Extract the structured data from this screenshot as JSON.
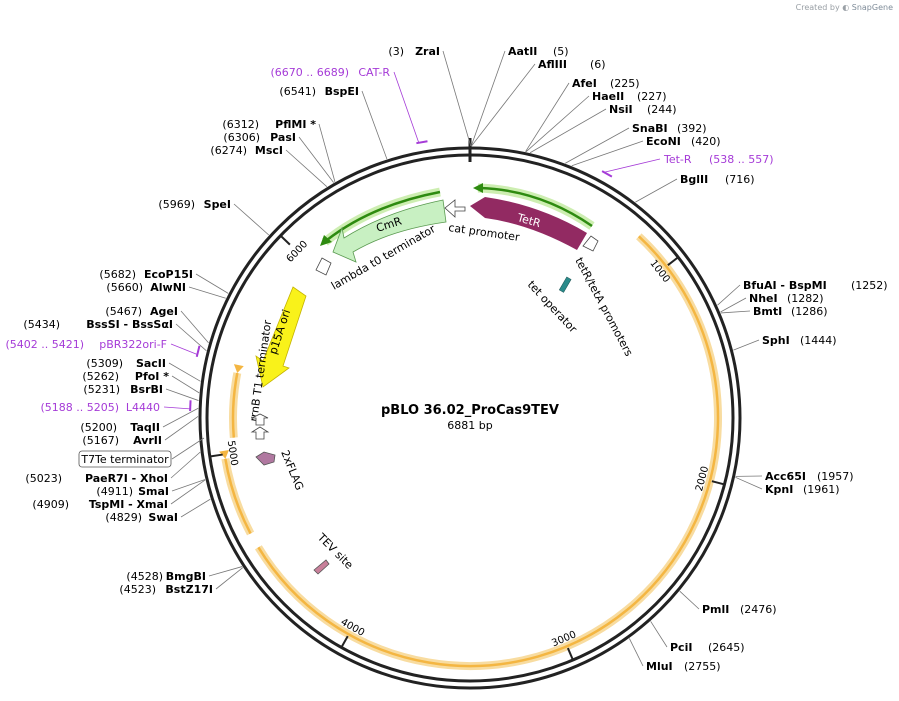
{
  "credit": {
    "prefix": "Created by",
    "brand": "SnapGene"
  },
  "plasmid": {
    "name": "pBLO 36.02_ProCas9TEV",
    "length_label": "6881 bp",
    "length": 6881
  },
  "ticks": [
    "1000",
    "2000",
    "3000",
    "4000",
    "5000",
    "6000"
  ],
  "sites": [
    {
      "pos": "(3)",
      "name": "ZraI",
      "bp": 3
    },
    {
      "pos": "(5)",
      "name": "AatII",
      "bp": 5
    },
    {
      "pos": "(6)",
      "name": "AflIII",
      "bp": 6
    },
    {
      "pos": "(225)",
      "name": "AfeI",
      "bp": 225
    },
    {
      "pos": "(227)",
      "name": "HaeII",
      "bp": 227
    },
    {
      "pos": "(244)",
      "name": "NsiI",
      "bp": 244
    },
    {
      "pos": "(392)",
      "name": "SnaBI",
      "bp": 392
    },
    {
      "pos": "(420)",
      "name": "EcoNI",
      "bp": 420
    },
    {
      "pos": "(716)",
      "name": "BglII",
      "bp": 716
    },
    {
      "pos": "(1252)",
      "name": "BfuAI  - BspMI",
      "bp": 1252
    },
    {
      "pos": "(1282)",
      "name": "NheI",
      "bp": 1282
    },
    {
      "pos": "(1286)",
      "name": "BmtI",
      "bp": 1286
    },
    {
      "pos": "(1444)",
      "name": "SphI",
      "bp": 1444
    },
    {
      "pos": "(1957)",
      "name": "Acc65I",
      "bp": 1957
    },
    {
      "pos": "(1961)",
      "name": "KpnI",
      "bp": 1961
    },
    {
      "pos": "(2476)",
      "name": "PmlI",
      "bp": 2476
    },
    {
      "pos": "(2645)",
      "name": "PciI",
      "bp": 2645
    },
    {
      "pos": "(2755)",
      "name": "MluI",
      "bp": 2755
    },
    {
      "pos": "(4523)",
      "name": "BstZ17I",
      "bp": 4523
    },
    {
      "pos": "(4528)",
      "name": "BmgBI",
      "bp": 4528
    },
    {
      "pos": "(4829)",
      "name": "SwaI",
      "bp": 4829
    },
    {
      "pos": "(4909)",
      "name": "TspMI  - XmaI",
      "bp": 4909
    },
    {
      "pos": "(4911)",
      "name": "SmaI",
      "bp": 4911
    },
    {
      "pos": "(5023)",
      "name": "PaeR7I  - XhoI",
      "bp": 5023
    },
    {
      "pos": "(5167)",
      "name": "AvrII",
      "bp": 5167
    },
    {
      "pos": "(5200)",
      "name": "TaqII",
      "bp": 5200
    },
    {
      "pos": "(5231)",
      "name": "BsrBI",
      "bp": 5231
    },
    {
      "pos": "(5262)",
      "name": "PfoI *",
      "bp": 5262
    },
    {
      "pos": "(5309)",
      "name": "SacII",
      "bp": 5309
    },
    {
      "pos": "(5434)",
      "name": "BssSI  - BssSαI",
      "bp": 5434
    },
    {
      "pos": "(5467)",
      "name": "AgeI",
      "bp": 5467
    },
    {
      "pos": "(5660)",
      "name": "AlwNI",
      "bp": 5660
    },
    {
      "pos": "(5682)",
      "name": "EcoP15I",
      "bp": 5682
    },
    {
      "pos": "(5969)",
      "name": "SpeI",
      "bp": 5969
    },
    {
      "pos": "(6274)",
      "name": "MscI",
      "bp": 6274
    },
    {
      "pos": "(6306)",
      "name": "PasI",
      "bp": 6306
    },
    {
      "pos": "(6312)",
      "name": "PflMI *",
      "bp": 6312
    },
    {
      "pos": "(6541)",
      "name": "BspEI",
      "bp": 6541
    }
  ],
  "primers": [
    {
      "range": "(6670 .. 6689)",
      "name": "CAT-R",
      "start": 6670,
      "end": 6689
    },
    {
      "range": "(538 .. 557)",
      "name": "Tet-R",
      "start": 538,
      "end": 557
    },
    {
      "range": "(5402 .. 5421)",
      "name": "pBR322ori-F",
      "start": 5402,
      "end": 5421
    },
    {
      "range": "(5188 .. 5205)",
      "name": "L4440",
      "start": 5188,
      "end": 5205
    }
  ],
  "terminator_box": "T7Te terminator",
  "features": {
    "TetR": "TetR",
    "tet_promoters": "tetR/tetA promoters",
    "tet_operator": "tet operator",
    "cat_promoter": "cat promoter",
    "CmR": "CmR",
    "lambda_t0": "lambda t0 terminator",
    "p15A_ori": "p15A ori",
    "rrnB_T1": "rrnB T1 terminator",
    "flag": "2xFLAG",
    "tev": "TEV site"
  },
  "colors": {
    "backbone": "#222222",
    "orf_fill": "#f4b642",
    "orf_glow": "#f8dca0",
    "tetr": "#922a62",
    "green_arrow": "#2e8b10",
    "green_glow": "#cdeeb1",
    "cmr": "#c8f0c2",
    "p15a": "#f9f21a",
    "primer": "#a53bd7",
    "tet_operator": "#2a8a8a",
    "site_line": "#777777"
  }
}
